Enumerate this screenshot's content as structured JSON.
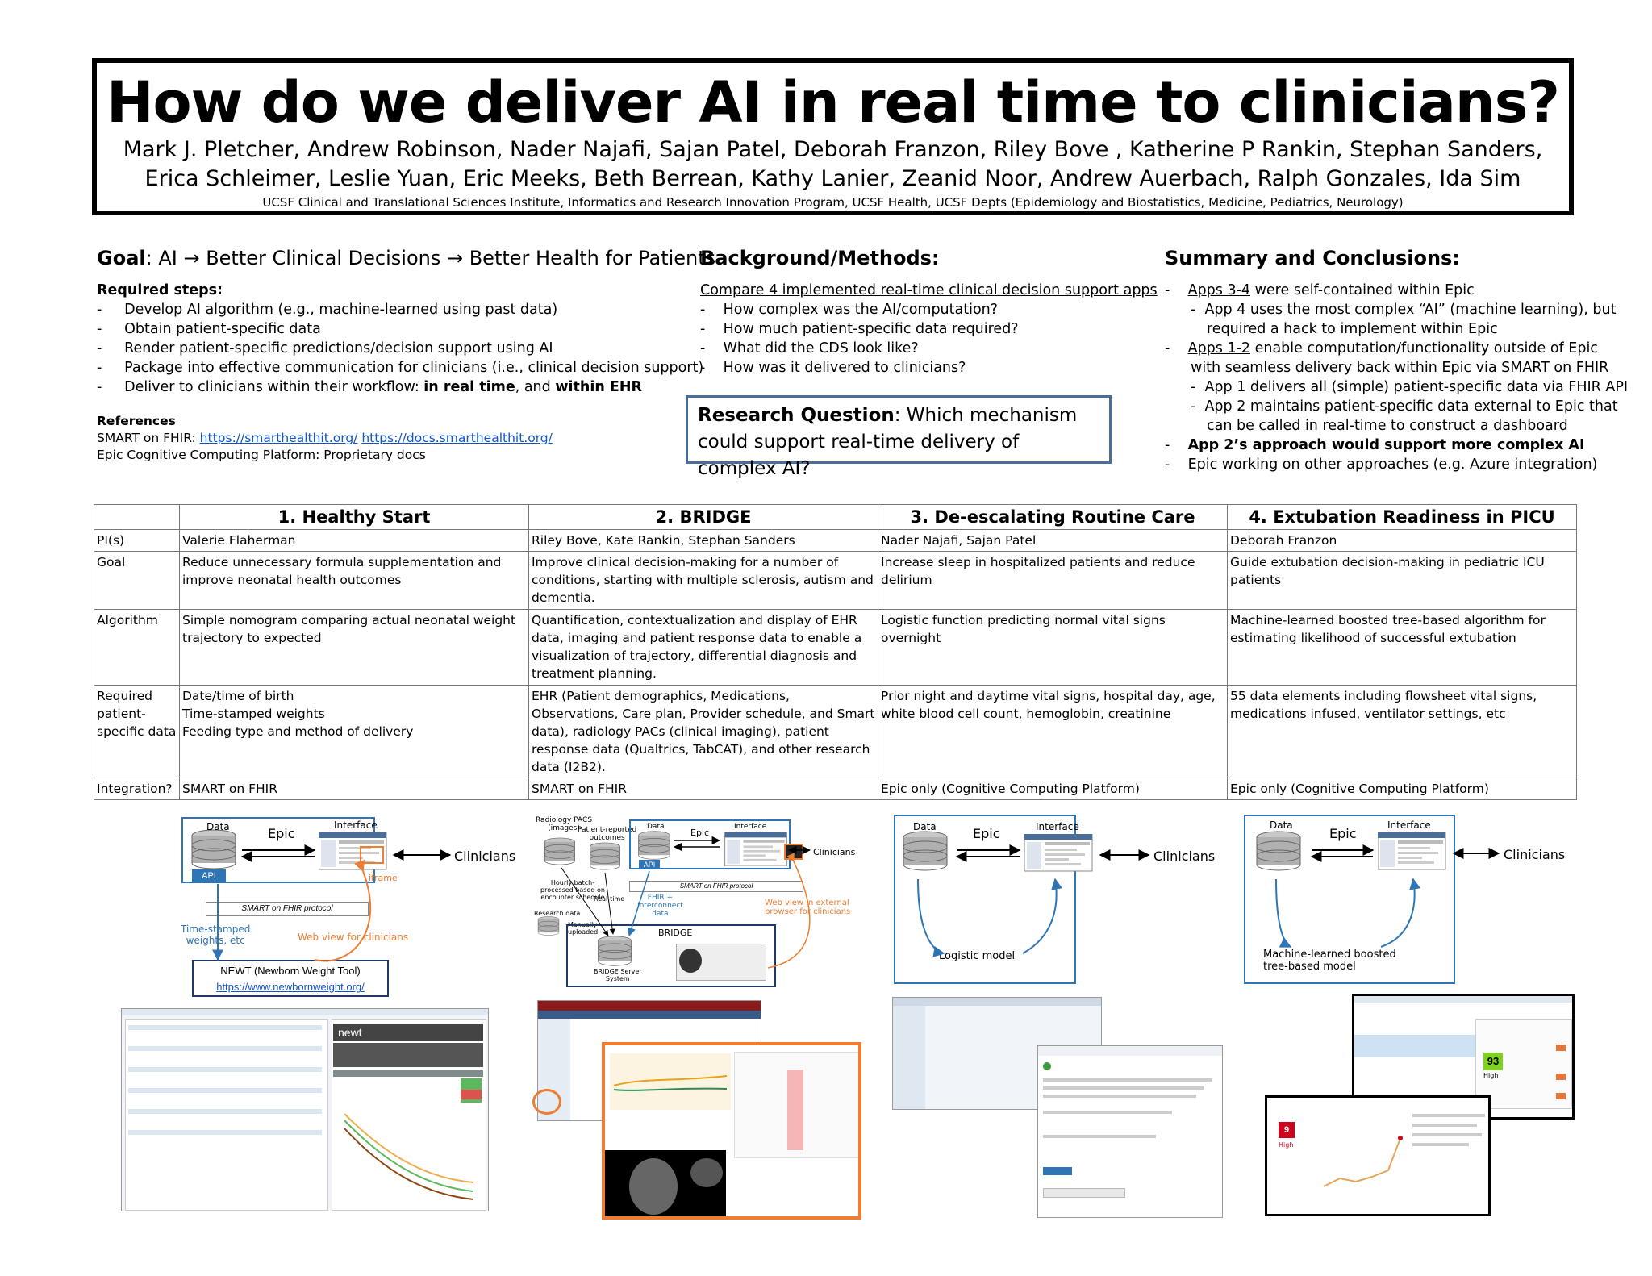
{
  "title": "How do we deliver AI in real time to clinicians?",
  "authors_line1": "Mark J. Pletcher, Andrew Robinson, Nader Najafi, Sajan Patel, Deborah Franzon, Riley Bove , Katherine P Rankin, Stephan Sanders,",
  "authors_line2": "Erica Schleimer, Leslie Yuan, Eric Meeks, Beth Berrean, Kathy Lanier, Zeanid Noor, Andrew Auerbach, Ralph Gonzales, Ida Sim",
  "affiliation": "UCSF Clinical and Translational Sciences Institute, Informatics and Research Innovation Program, UCSF Health, UCSF Depts (Epidemiology and Biostatistics, Medicine, Pediatrics, Neurology)",
  "goal": {
    "label": "Goal",
    "text": ": AI → Better Clinical Decisions → Better Health for Patients",
    "steps_heading": "Required steps:",
    "steps": [
      "Develop AI algorithm (e.g., machine-learned using past data)",
      "Obtain patient-specific data",
      "Render patient-specific predictions/decision support using AI",
      "Package into effective communication for clinicians (i.e., clinical decision support)"
    ],
    "step5_a": "Deliver to clinicians within their workflow: ",
    "step5_b": "in real time",
    "step5_c": ", and ",
    "step5_d": "within EHR",
    "refs_heading": "References",
    "ref1_prefix": "SMART on FHIR: ",
    "ref1_link1": "https://smarthealthit.org/",
    "ref1_link2": "https://docs.smarthealthit.org/",
    "ref2": "Epic Cognitive Computing Platform: Proprietary docs"
  },
  "background": {
    "heading": "Background/Methods:",
    "subheading": "Compare 4 implemented real-time clinical decision support apps",
    "items": [
      "How complex was the AI/computation?",
      "How much patient-specific data required?",
      "What did the CDS look like?",
      "How was it delivered to clinicians?"
    ],
    "rq_label": "Research Question",
    "rq_text": ": Which mechanism could support real-time delivery of complex AI?"
  },
  "summary": {
    "heading": "Summary and Conclusions:",
    "l1a": "Apps 3-4",
    "l1b": " were self-contained within Epic",
    "l2": "App 4 uses the most complex “AI” (machine learning), but",
    "l3": "required a hack to implement within Epic",
    "l4a": "Apps 1-2",
    "l4b": " enable computation/functionality outside of Epic",
    "l5": "with seamless delivery back within Epic via SMART on FHIR",
    "l6": "App 1 delivers all (simple) patient-specific data via FHIR API",
    "l7": "App 2 maintains patient-specific data external to Epic that",
    "l8": "can be called in real-time to construct a dashboard",
    "l9": "App 2’s approach would support more complex AI",
    "l10": "Epic working on other approaches (e.g. Azure integration)"
  },
  "table": {
    "headers": [
      "1. Healthy Start",
      "2. BRIDGE",
      "3. De-escalating Routine Care",
      "4. Extubation Readiness in PICU"
    ],
    "rows": [
      {
        "label": "PI(s)",
        "cells": [
          "Valerie Flaherman",
          "Riley Bove, Kate Rankin, Stephan Sanders",
          "Nader Najafi, Sajan Patel",
          "Deborah Franzon"
        ]
      },
      {
        "label": "Goal",
        "cells": [
          "Reduce unnecessary formula supplementation and improve neonatal health outcomes",
          "Improve clinical decision-making for a number of conditions, starting with multiple sclerosis, autism and dementia.",
          "Increase sleep in hospitalized patients and reduce delirium",
          "Guide extubation decision-making in pediatric ICU patients"
        ]
      },
      {
        "label": "Algorithm",
        "cells": [
          "Simple nomogram comparing actual neonatal weight trajectory to expected",
          "Quantification, contextualization and display of EHR data, imaging and patient response data to enable a visualization of trajectory, differential diagnosis and treatment planning.",
          "Logistic function predicting normal vital signs overnight",
          "Machine-learned boosted tree-based algorithm for estimating likelihood of successful extubation"
        ]
      },
      {
        "label": "Required patient-specific data",
        "cells": [
          "Date/time of birth\nTime-stamped weights\nFeeding type and method of delivery",
          "EHR (Patient demographics, Medications, Observations, Care plan, Provider schedule, and Smart data), radiology PACs (clinical imaging), patient response data (Qualtrics, TabCAT), and other research data (I2B2).",
          "Prior night and daytime vital signs, hospital day, age, white blood cell count, hemoglobin, creatinine",
          "55 data elements including flowsheet vital signs, medications infused, ventilator settings, etc"
        ]
      },
      {
        "label": "Integration?",
        "cells": [
          "SMART on FHIR",
          "SMART on FHIR",
          "Epic only (Cognitive Computing Platform)",
          "Epic only (Cognitive Computing Platform)"
        ]
      }
    ]
  },
  "diagrams": {
    "d1": {
      "data": "Data",
      "epic": "Epic",
      "interface": "Interface",
      "clinicians": "Clinicians",
      "api": "API",
      "iframe": "iframe",
      "protocol": "SMART on FHIR protocol",
      "timestamped": "Time-stamped\nweights, etc",
      "webview": "Web view for clinicians",
      "newt": "NEWT (Newborn Weight Tool)",
      "newt_link": "https://www.newbornweight.org/"
    },
    "d2": {
      "pacs": "Radiology PACS\n(images)",
      "patient": "Patient-reported\noutcomes",
      "data": "Data",
      "epic": "Epic",
      "interface": "Interface",
      "clinicians": "Clinicians",
      "api": "API",
      "protocol": "SMART on FHIR protocol",
      "hourly": "Hourly batch-\nprocessed based on\nencounter schedule",
      "realtime": "Real-time",
      "fhir": "FHIR +\nInterconnect\ndata",
      "webview": "Web view in external\nbrowser for clinicians",
      "research": "Research data",
      "manual": "Manually\nuploaded",
      "bridge": "BRIDGE",
      "server": "BRIDGE Server\nSystem"
    },
    "d3": {
      "data": "Data",
      "epic": "Epic",
      "interface": "Interface",
      "clinicians": "Clinicians",
      "model": "Logistic model"
    },
    "d4": {
      "data": "Data",
      "epic": "Epic",
      "interface": "Interface",
      "clinicians": "Clinicians",
      "model": "Machine-learned boosted\ntree-based model"
    }
  },
  "screens": {
    "newt_brand": "newt",
    "extub_score": "93",
    "extub_level": "High",
    "risk_score": "9",
    "risk_level": "High"
  },
  "colors": {
    "accent_blue": "#2e75b6",
    "accent_orange": "#ed7d31",
    "link_blue": "#1155cc"
  }
}
